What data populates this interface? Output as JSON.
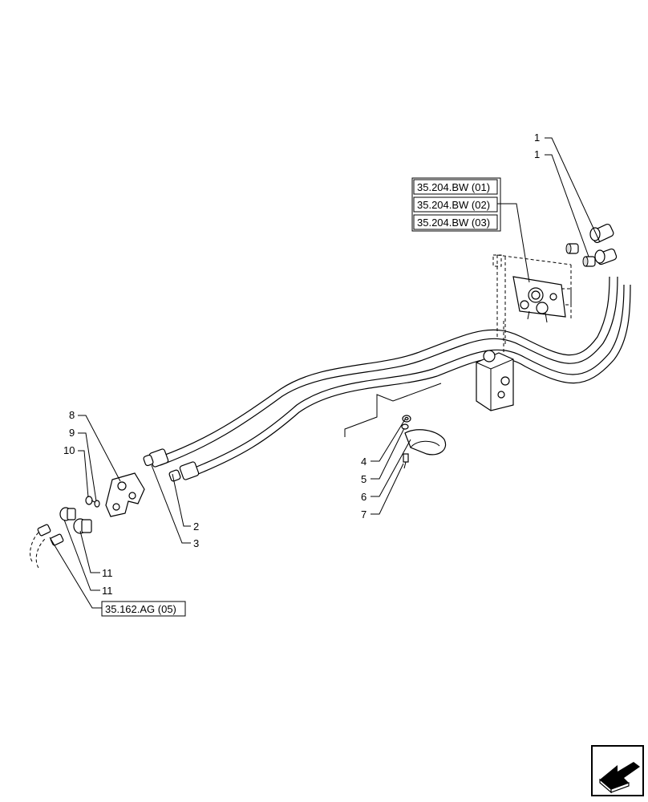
{
  "callouts": {
    "c1a": "1",
    "c1b": "1",
    "c2": "2",
    "c3": "3",
    "c4": "4",
    "c5": "5",
    "c6": "6",
    "c7": "7",
    "c8": "8",
    "c9": "9",
    "c10": "10",
    "c11a": "11",
    "c11b": "11"
  },
  "references": {
    "r1": "35.204.BW (01)",
    "r2": "35.204.BW (02)",
    "r3": "35.204.BW (03)",
    "r4": "35.162.AG (05)"
  },
  "icons": {
    "nav": "next-page-arrow-icon"
  }
}
